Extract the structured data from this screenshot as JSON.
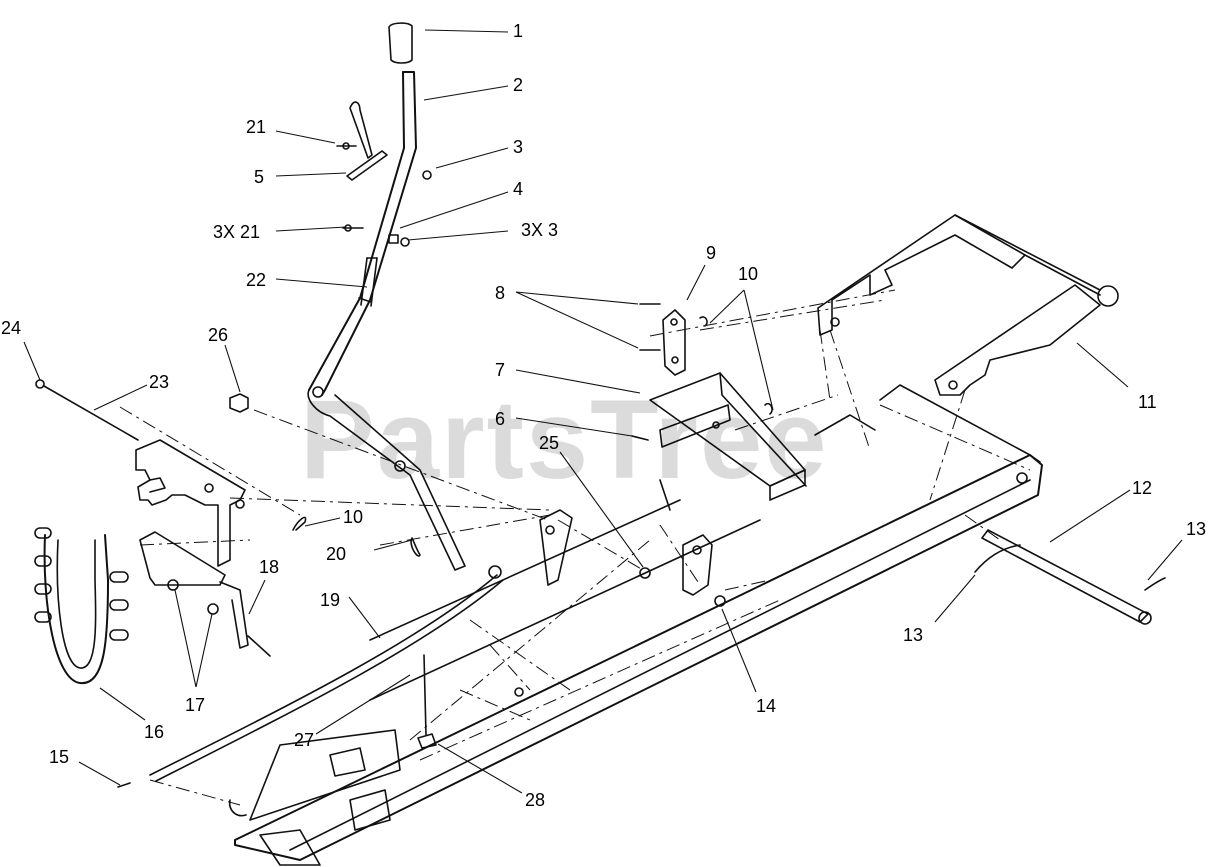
{
  "watermark": "PartsTree",
  "callouts": [
    {
      "id": "c1",
      "text": "1"
    },
    {
      "id": "c2",
      "text": "2"
    },
    {
      "id": "c3",
      "text": "3"
    },
    {
      "id": "c4",
      "text": "4"
    },
    {
      "id": "c5",
      "text": "5"
    },
    {
      "id": "c21",
      "text": "21"
    },
    {
      "id": "c3x21",
      "text": "3X 21"
    },
    {
      "id": "c3x3",
      "text": "3X 3"
    },
    {
      "id": "c22",
      "text": "22"
    },
    {
      "id": "c9",
      "text": "9"
    },
    {
      "id": "c10a",
      "text": "10"
    },
    {
      "id": "c8",
      "text": "8"
    },
    {
      "id": "c7",
      "text": "7"
    },
    {
      "id": "c6",
      "text": "6"
    },
    {
      "id": "c25",
      "text": "25"
    },
    {
      "id": "c26",
      "text": "26"
    },
    {
      "id": "c24",
      "text": "24"
    },
    {
      "id": "c23",
      "text": "23"
    },
    {
      "id": "c11",
      "text": "11"
    },
    {
      "id": "c12",
      "text": "12"
    },
    {
      "id": "c13a",
      "text": "13"
    },
    {
      "id": "c13b",
      "text": "13"
    },
    {
      "id": "c10b",
      "text": "10"
    },
    {
      "id": "c20",
      "text": "20"
    },
    {
      "id": "c18",
      "text": "18"
    },
    {
      "id": "c19",
      "text": "19"
    },
    {
      "id": "c17",
      "text": "17"
    },
    {
      "id": "c16",
      "text": "16"
    },
    {
      "id": "c14",
      "text": "14"
    },
    {
      "id": "c27",
      "text": "27"
    },
    {
      "id": "c15",
      "text": "15"
    },
    {
      "id": "c28",
      "text": "28"
    }
  ]
}
